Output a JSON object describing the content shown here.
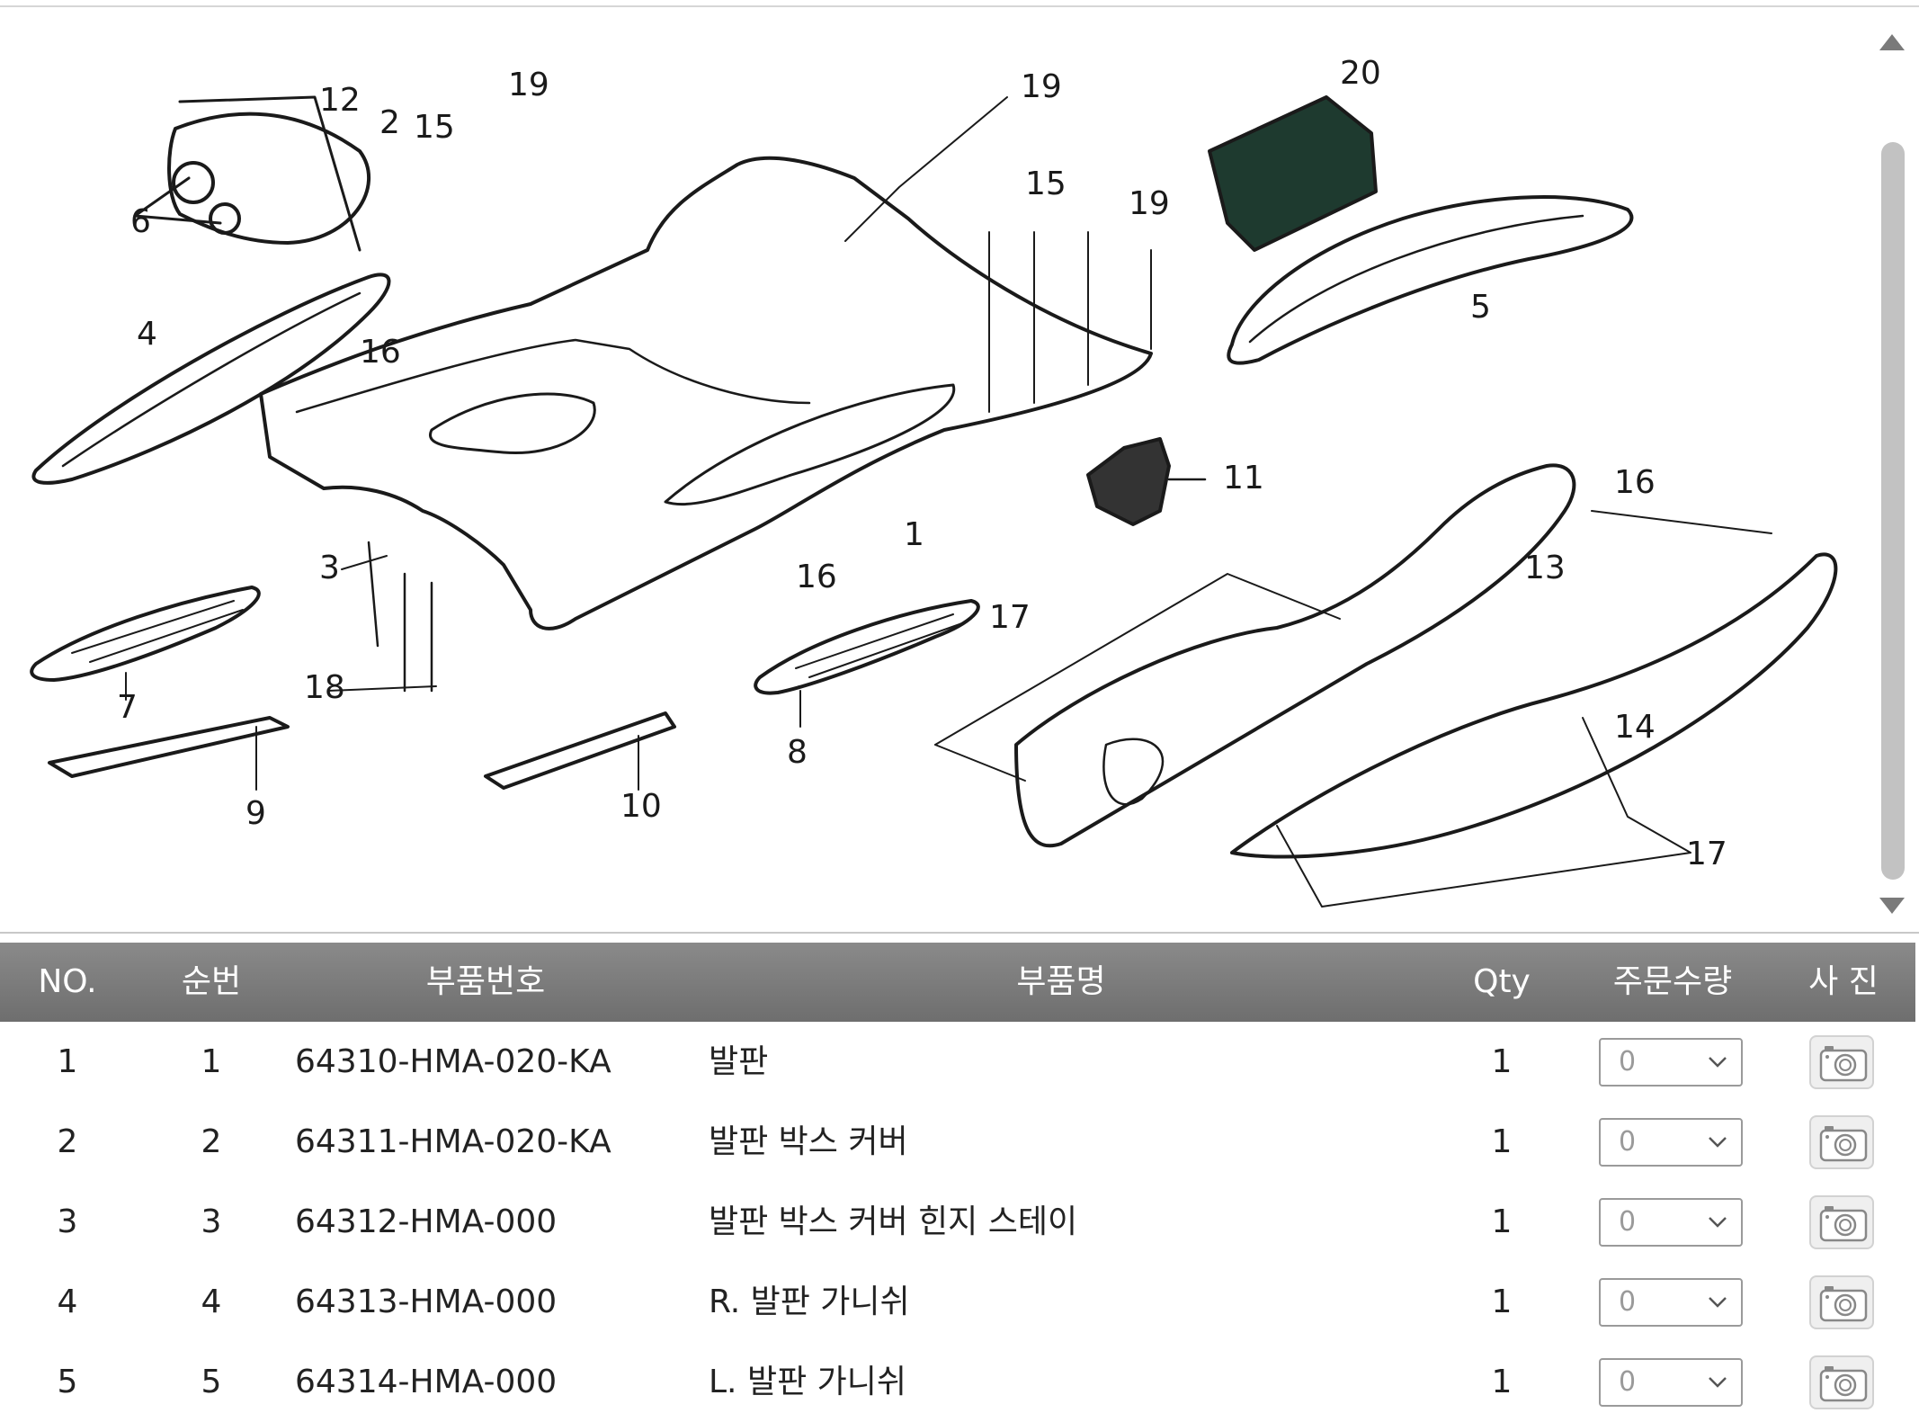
{
  "diagram": {
    "callouts": {
      "c1": "1",
      "c2": "2",
      "c3": "3",
      "c4": "4",
      "c5": "5",
      "c6": "6",
      "c7": "7",
      "c8": "8",
      "c9": "9",
      "c10": "10",
      "c11": "11",
      "c12": "12",
      "c13": "13",
      "c14": "14",
      "c15a": "15",
      "c15b": "15",
      "c16a": "16",
      "c16b": "16",
      "c16c": "16",
      "c17a": "17",
      "c17b": "17",
      "c18": "18",
      "c19a": "19",
      "c19b": "19",
      "c19c": "19",
      "c20": "20"
    }
  },
  "table": {
    "headers": {
      "no": "NO.",
      "seq": "순번",
      "part_no": "부품번호",
      "part_name": "부품명",
      "qty": "Qty",
      "order_qty": "주문수량",
      "photo": "사 진"
    },
    "rows": [
      {
        "no": "1",
        "seq": "1",
        "part_no": "64310-HMA-020-KA",
        "name": "발판",
        "qty": "1",
        "order_qty": "0"
      },
      {
        "no": "2",
        "seq": "2",
        "part_no": "64311-HMA-020-KA",
        "name": "발판 박스 커버",
        "qty": "1",
        "order_qty": "0"
      },
      {
        "no": "3",
        "seq": "3",
        "part_no": "64312-HMA-000",
        "name": "발판 박스 커버 힌지 스테이",
        "qty": "1",
        "order_qty": "0"
      },
      {
        "no": "4",
        "seq": "4",
        "part_no": "64313-HMA-000",
        "name": "R. 발판 가니쉬",
        "qty": "1",
        "order_qty": "0"
      },
      {
        "no": "5",
        "seq": "5",
        "part_no": "64314-HMA-000",
        "name": "L. 발판 가니쉬",
        "qty": "1",
        "order_qty": "0"
      }
    ],
    "photo_icon": "camera-icon",
    "select_icon": "chevron-down-icon"
  },
  "colors": {
    "header_bg": "#7a7a7a",
    "line": "#1a1a1a",
    "scroll_thumb": "#c2c2c2"
  }
}
